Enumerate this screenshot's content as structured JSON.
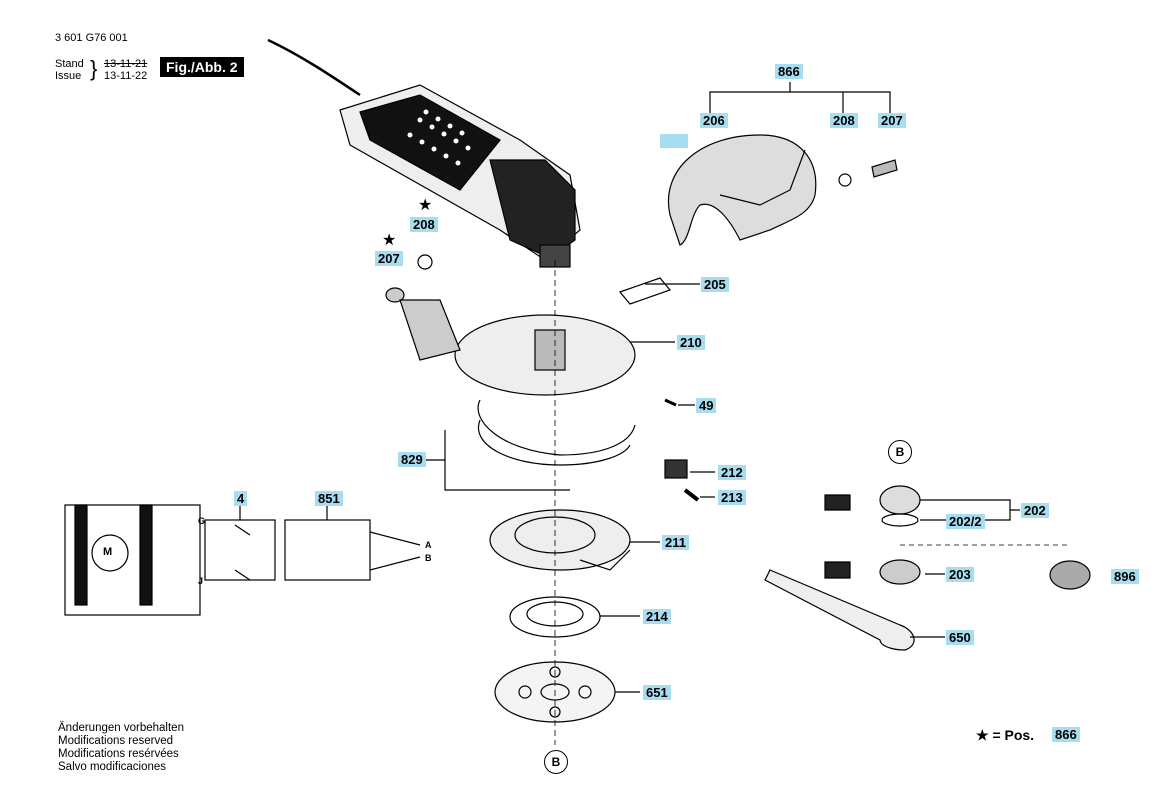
{
  "header": {
    "part_number": "3 601 G76 001",
    "stand_label": "Stand",
    "issue_label": "Issue",
    "stand_date": "13-11-21",
    "issue_date": "13-11-22",
    "figure": "Fig./Abb. 2"
  },
  "parts": {
    "p866": "866",
    "p206": "206",
    "p208_top": "208",
    "p207_top": "207",
    "p205": "205",
    "p210": "210",
    "p49": "49",
    "p829": "829",
    "p212": "212",
    "p213": "213",
    "p211": "211",
    "p214": "214",
    "p651": "651",
    "p208_left": "208",
    "p207_left": "207",
    "p4": "4",
    "p851": "851",
    "p202": "202",
    "p202_2": "202/2",
    "p203": "203",
    "p896": "896",
    "p650": "650"
  },
  "markers": {
    "b_top": "B",
    "b_bottom": "B",
    "star": "★"
  },
  "wiring": {
    "motor": "M",
    "g": "G",
    "j": "J",
    "a": "A",
    "b": "B"
  },
  "notes": [
    "Änderungen vorbehalten",
    "Modifications reserved",
    "Modifications resérvées",
    "Salvo modificaciones"
  ],
  "legend": {
    "text": "★ = Pos.",
    "ref": "866"
  },
  "colors": {
    "tag_bg": "#a8dcef",
    "ink": "#000000"
  }
}
